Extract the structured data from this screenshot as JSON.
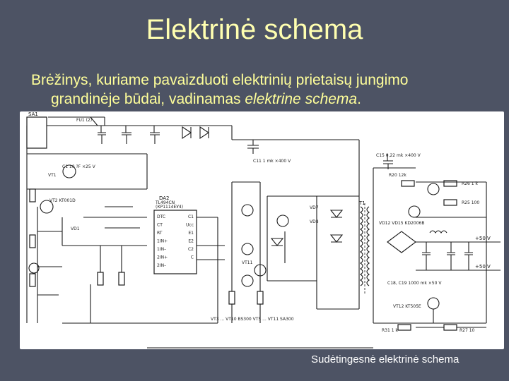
{
  "slide": {
    "title": "Elektrinė schema",
    "body_line1": "Brėžinys, kuriame pavaizduoti elektrinių prietaisų jungimo",
    "body_line2_prefix": "grandinėje būdai, vadinamas ",
    "body_line2_emphasis": "elektrine schema",
    "body_line2_suffix": ".",
    "caption": "Sudėtingesnė elektrinė schema"
  },
  "schematic": {
    "chip_name": "DA2",
    "chip_part": "TL494CN",
    "chip_alt": "(КР1114ЕУ4)",
    "chip_pins_left": [
      "DTC",
      "CT",
      "RT",
      "1IN+",
      "1IN–",
      "2IN+",
      "2IN–"
    ],
    "chip_pins_right": [
      "C1",
      "Ucc",
      "E1",
      "E2",
      "C2",
      "C"
    ],
    "labels": {
      "sa1": "SA1",
      "fu1": "FU1 (2)",
      "c1": "C1 10 ?F ×25 V",
      "vt1": "VT1",
      "vt2": "VT2 KT001D",
      "vd1": "VD1",
      "vt11": "VT11",
      "vd7": "VD7",
      "vd8": "VD8",
      "t1": "T1",
      "c11": "C11 1 mk ×400 V",
      "c15": "C15 0,22 mk ×400 V",
      "r20": "R20 12k",
      "r26": "R26 1 k",
      "r25": "R25 100",
      "vd12": "VD12 VD15 KD2006B",
      "c19": "C18, C19 1000 mk ×50 V",
      "vt12": "VT12 KT505E",
      "r31": "R31 1 k",
      "r27": "R27 10",
      "out1": "+50 V",
      "out2": "+50 V",
      "vt_note": "VT3 ... VT10 BS300   VT5 ... VT11 SA300"
    }
  }
}
